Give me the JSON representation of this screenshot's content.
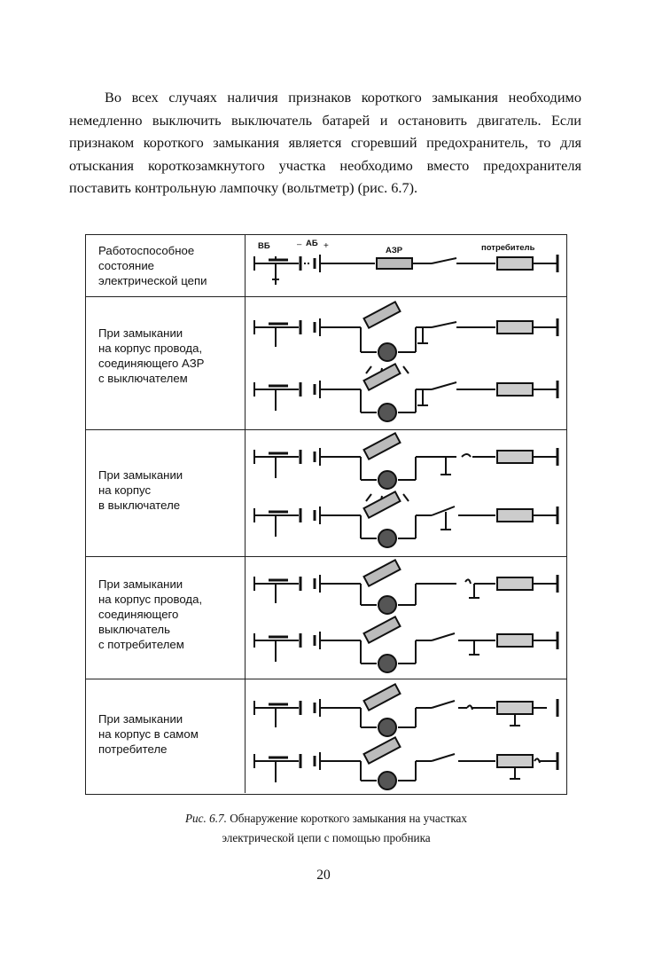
{
  "paragraph": "Во всех случаях наличия признаков короткого замыкания необходимо немедленно выключить выключатель батарей и остановить двигатель. Если признаком короткого замыкания является сгоревший предохранитель, то для отыскания короткозамкнутого участка необходимо вместо предохранителя поставить контрольную лампочку (вольтметр) (рис. 6.7).",
  "figure": {
    "header_labels": {
      "vb": "ВБ",
      "ab": "АБ",
      "minus": "–",
      "plus": "+",
      "azr": "АЗР",
      "consumer": "потребитель"
    },
    "rows": [
      {
        "label": "Работоспособное\nсостояние\nэлектрической цепи"
      },
      {
        "label": "При замыкании\nна корпус провода,\nсоединяющего АЗР\nс выключателем"
      },
      {
        "label": "При замыкании\nна корпус\nв выключателе"
      },
      {
        "label": "При замыкании\nна корпус провода,\nсоединяющего\nвыключатель\nс потребителем"
      },
      {
        "label": "При замыкании\nна корпус в самом\nпотребителе"
      }
    ]
  },
  "caption": {
    "lead": "Рис. 6.7.",
    "line1": " Обнаружение короткого замыкания на участках",
    "line2": "электрической цепи с помощью пробника"
  },
  "page_number": "20"
}
